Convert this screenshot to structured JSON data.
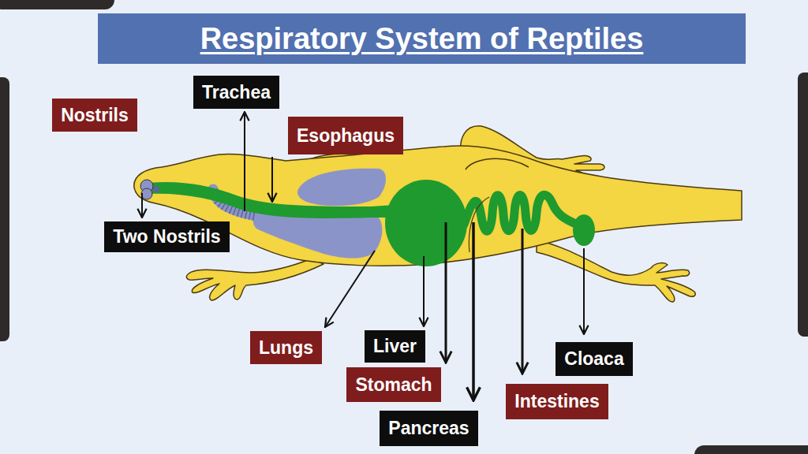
{
  "diagram": {
    "title": "Respiratory System of Reptiles",
    "nodes": [
      {
        "text": [
          "Trachea"
        ]
      },
      {
        "text": [
          "Nostrils"
        ]
      },
      {
        "text": [
          "Esophagus"
        ]
      },
      {
        "text": [
          "Two Nostrils"
        ]
      },
      {
        "text": [
          "Lungs"
        ]
      },
      {
        "text": [
          "Liver"
        ]
      },
      {
        "text": [
          "Stomach"
        ]
      },
      {
        "text": [
          "Cloaca"
        ]
      },
      {
        "text": [
          "Pancreas"
        ]
      },
      {
        "text": [
          "Intestines"
        ]
      }
    ]
  }
}
